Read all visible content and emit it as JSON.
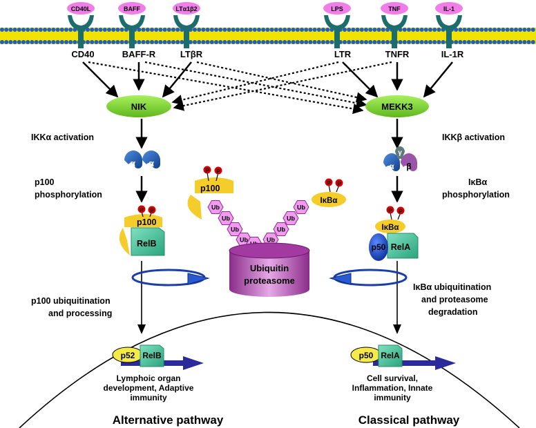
{
  "ligands": [
    "CD40L",
    "BAFF",
    "LTα1β2",
    "LPS",
    "TNF",
    "IL-1"
  ],
  "receptors": [
    "CD40",
    "BAFF-R",
    "LTβR",
    "LTR",
    "TNFR",
    "IL-1R"
  ],
  "kinases": {
    "left": "NIK",
    "right": "MEKK3"
  },
  "labels": {
    "ikka_activation": "IKKα activation",
    "ikkb_activation": "IKKβ activation",
    "p100_phos_1": "p100",
    "p100_phos_2": "phosphorylation",
    "ikba_phos_1": "IκBα",
    "ikba_phos_2": "phosphorylation",
    "p100_ubiq_1": "p100 ubiquitination",
    "p100_ubiq_2": "and processing",
    "ikba_ubiq_1": "IκBα ubiquitination",
    "ikba_ubiq_2": "and proteasome",
    "ikba_ubiq_3": "degradation"
  },
  "subunits": {
    "alpha": "α",
    "beta": "β",
    "gamma": "γ"
  },
  "phospho": "P",
  "proteins": {
    "p100": "p100",
    "relb": "RelB",
    "ikba": "IκBα",
    "p50": "p50",
    "rela": "RelA",
    "p52": "p52",
    "ub": "Ub"
  },
  "proteasome": {
    "line1": "Ubiquitin",
    "line2": "proteasome"
  },
  "outcomes": {
    "left": [
      "Lymphoic organ",
      "development, Adaptive",
      "immunity"
    ],
    "right": [
      "Cell survival,",
      "Inflammation, Innate",
      "immunity"
    ]
  },
  "pathways": {
    "left": "Alternative pathway",
    "right": "Classical pathway"
  },
  "colors": {
    "membrane_blue": "#1e5fc4",
    "membrane_yellow": "#f2e200",
    "receptor_teal": "#1d6d6d",
    "ligand_pink": "#f07de8",
    "kinase_green": "#7ed832",
    "ikk_blue": "#1f5fb3",
    "ikk_purple": "#9a55a8",
    "phospho_red": "#d40000",
    "p100_yellow": "#f5cd2a",
    "rel_green": "#3fbf99",
    "ub_pink": "#f29af0",
    "proteasome_purple": "#b040b0",
    "p50_blue": "#1546c8",
    "gene_blue": "#2a2a9a"
  }
}
